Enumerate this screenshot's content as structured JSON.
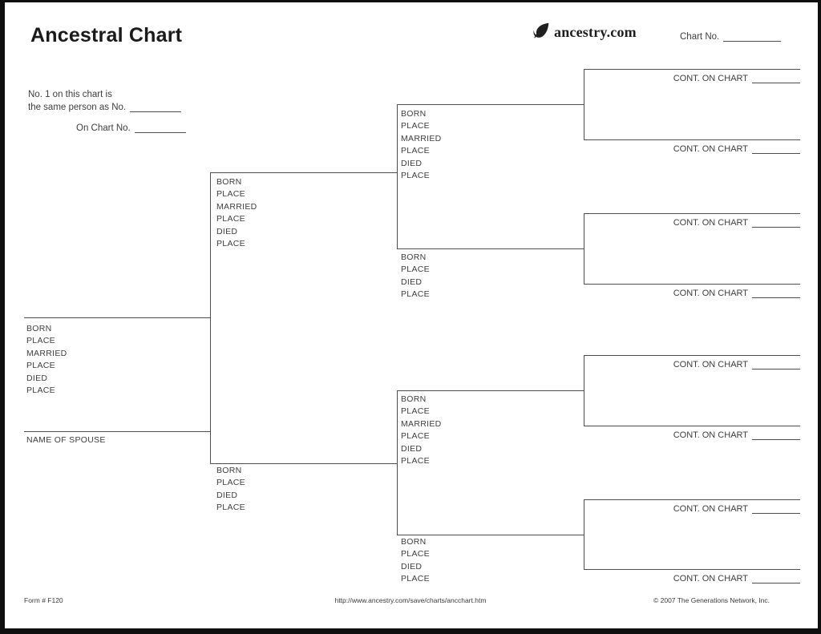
{
  "header": {
    "title": "Ancestral Chart",
    "logo_text": "ancestry.com",
    "chart_no_label": "Chart No."
  },
  "intro": {
    "line1": "No. 1 on this chart is",
    "line2": "the same person as No.",
    "line3": "On Chart No."
  },
  "field_labels": {
    "full_set": [
      "BORN",
      "PLACE",
      "MARRIED",
      "PLACE",
      "DIED",
      "PLACE"
    ],
    "short_set": [
      "BORN",
      "PLACE",
      "DIED",
      "PLACE"
    ],
    "spouse": "NAME OF SPOUSE",
    "cont_on_chart": "CONT. ON CHART"
  },
  "footer": {
    "form_number": "Form # F120",
    "url": "http://www.ancestry.com/save/charts/ancchart.htm",
    "copyright": "© 2007 The Generations Network, Inc."
  },
  "colors": {
    "line": "#4d4d4d",
    "text": "#3d3d3d",
    "title": "#1a1a1a",
    "border": "#0f0f0f"
  }
}
